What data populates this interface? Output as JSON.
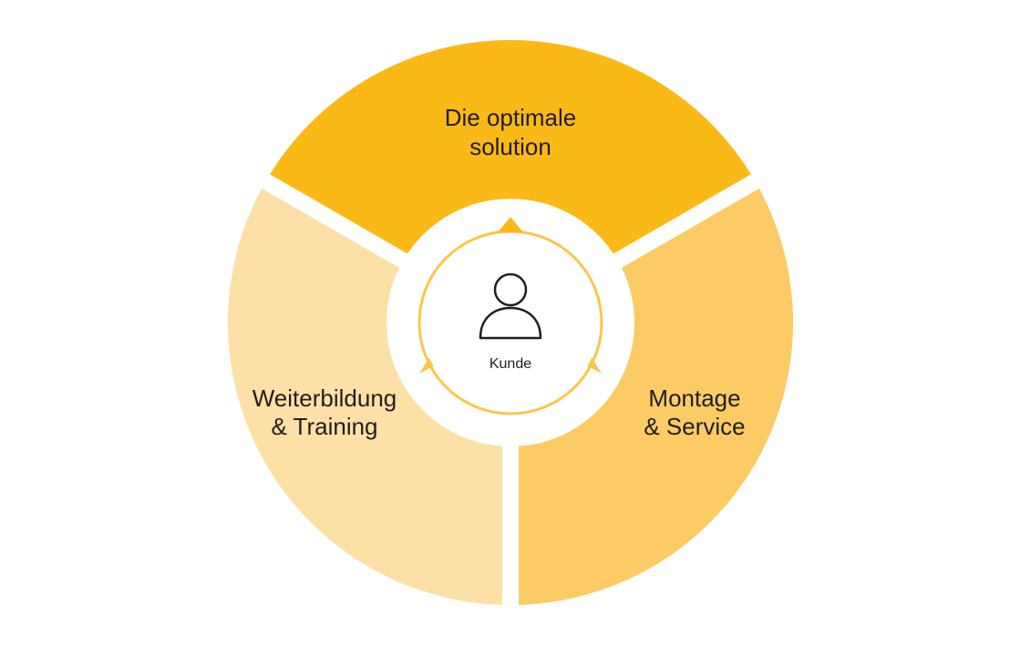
{
  "colors": {
    "background": "#ffffff",
    "segment_top": "#fbb917",
    "segment_right": "#fdcb66",
    "segment_left": "#fde0a6",
    "center_fill": "#ffffff",
    "center_outline_arrows": "#f9c64d",
    "text": "#1f1f1f"
  },
  "segments": {
    "top": {
      "line1": "Die optimale",
      "line2": "solution"
    },
    "right": {
      "line1": "Montage",
      "line2": "& Service"
    },
    "left": {
      "line1": "Weiterbildung",
      "line2": "& Training"
    }
  },
  "center": {
    "icon": "user-icon",
    "label": "Kunde"
  }
}
